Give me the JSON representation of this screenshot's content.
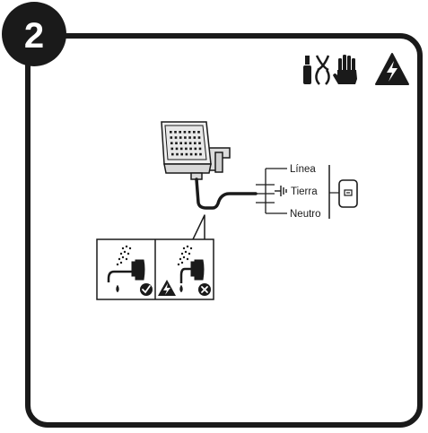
{
  "step": {
    "number": "2"
  },
  "colors": {
    "ink": "#1a1a1a",
    "paper": "#ffffff",
    "lamp_panel": "#e8e8e8"
  },
  "warnings": {
    "icons": [
      "screwdriver-icon",
      "pliers-icon",
      "glove-icon",
      "electric-hazard-icon"
    ]
  },
  "wiring": {
    "labels": {
      "line": "Línea",
      "earth": "Tierra",
      "neutral": "Neutro"
    }
  },
  "installation": {
    "correct": "check-icon",
    "incorrect": "cross-icon"
  }
}
